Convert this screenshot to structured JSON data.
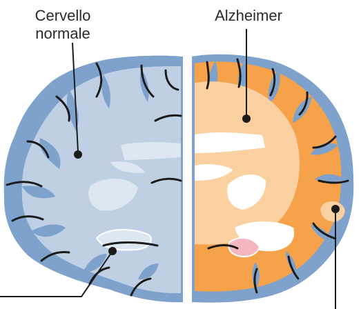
{
  "labels": {
    "normal_line1": "Cervello",
    "normal_line2": "normale",
    "alzheimer": "Alzheimer"
  },
  "colors": {
    "cortex_blue": "#7ea2cc",
    "white_matter_blue": "#bfd0e5",
    "inner_pale": "#dde7f2",
    "alz_orange": "#f5a24a",
    "alz_light_orange": "#fbd0a1",
    "hippocampus_pink": "#f4b6bf",
    "sulci": "#1b1b1b",
    "text": "#2a2a2a"
  }
}
